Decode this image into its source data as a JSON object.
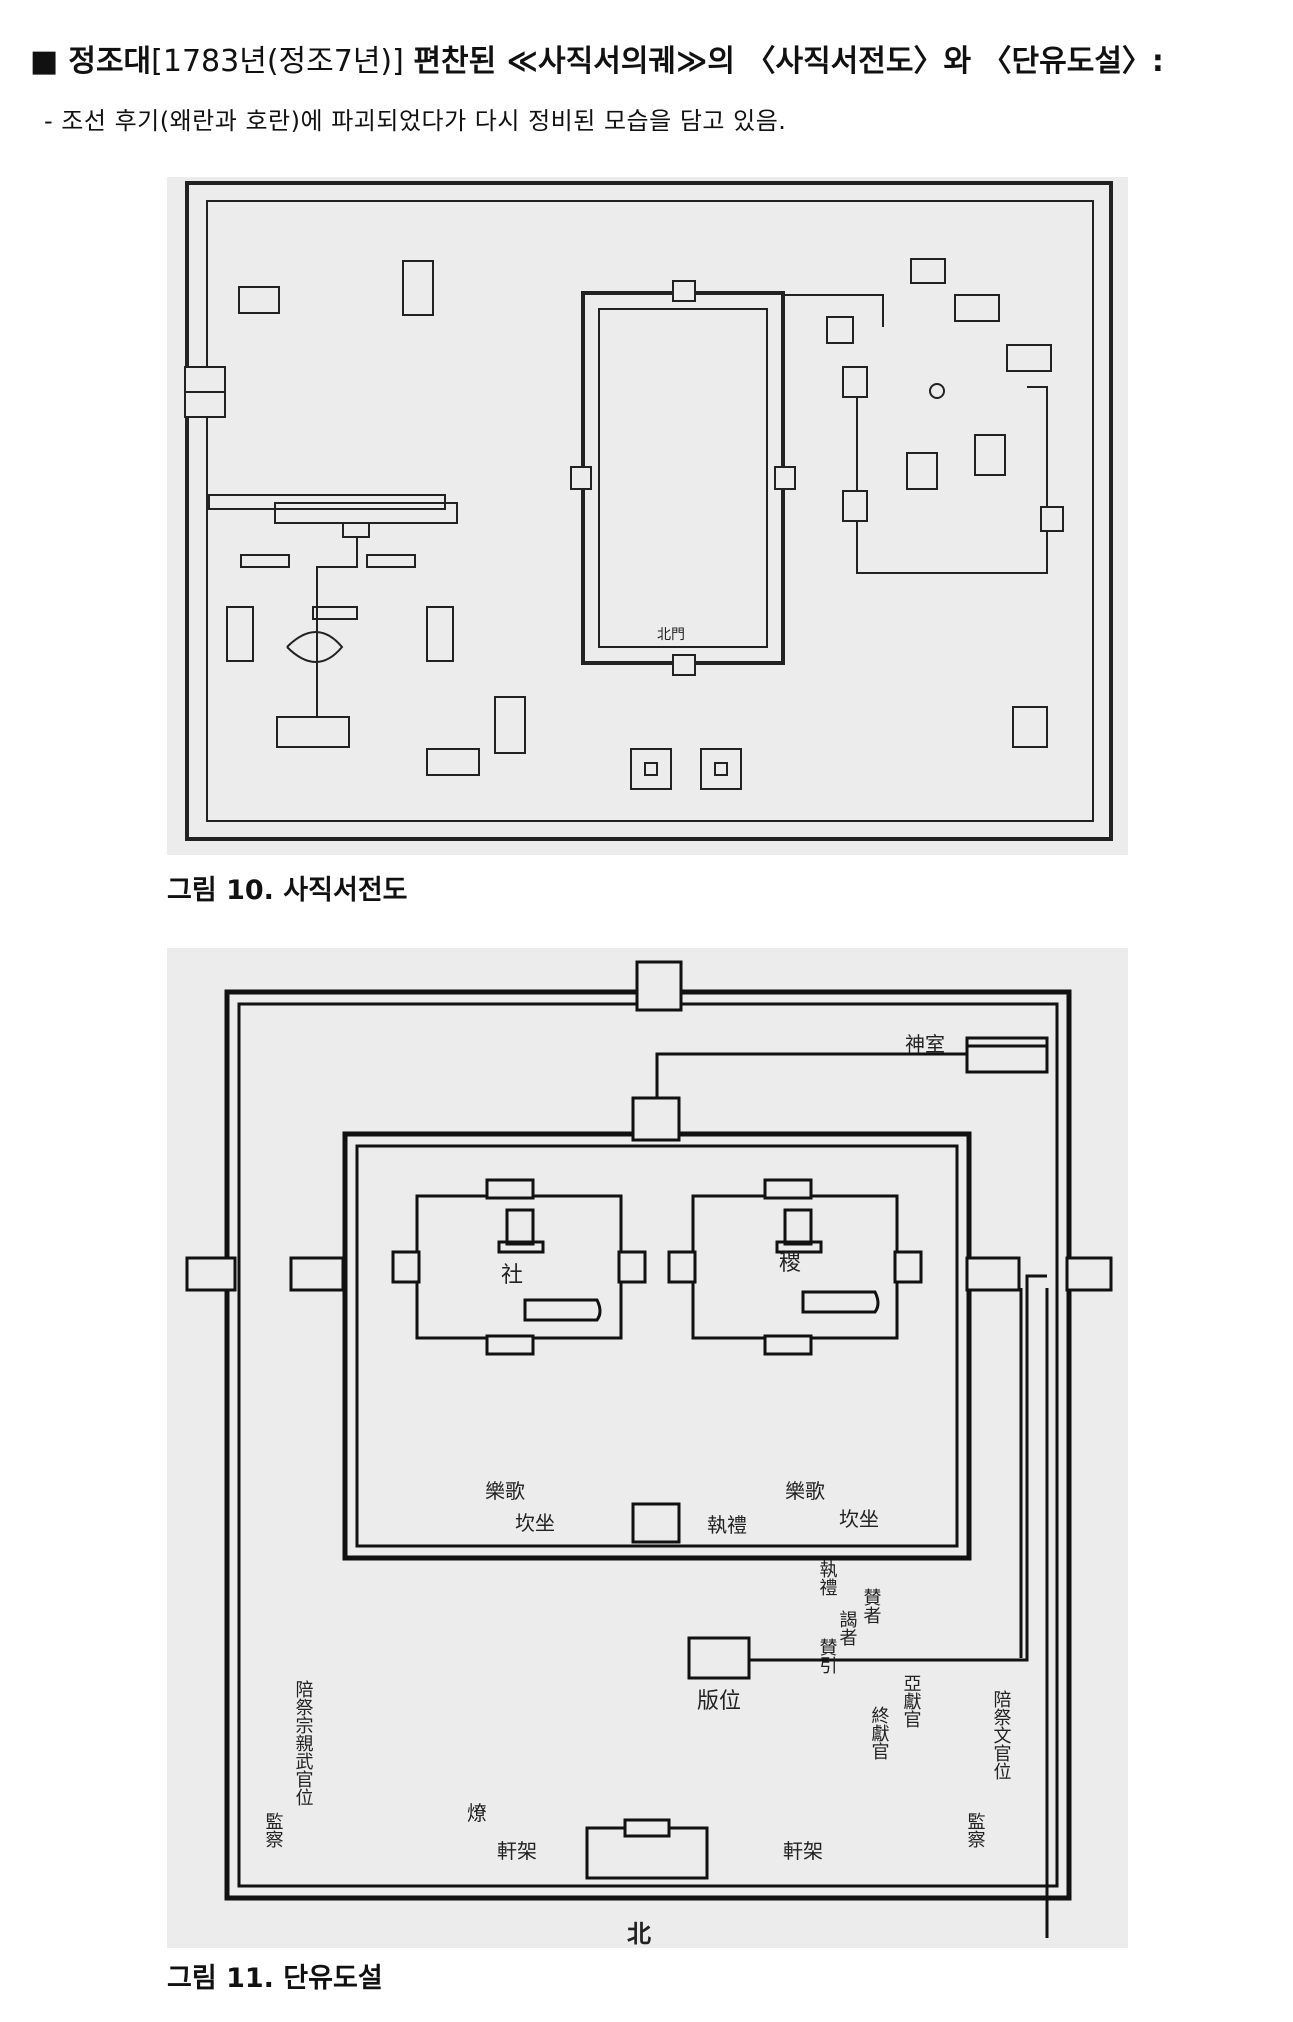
{
  "heading": {
    "bullet": "■",
    "era": "정조대",
    "date": "[1783년(정조7년)]",
    "rest": "편찬된 ≪사직서의궤≫의 〈사직서전도〉와 〈단유도설〉:"
  },
  "subtext": "- 조선 후기(왜란과 호란)에 파괴되었다가 다시 정비된 모습을 담고 있음.",
  "figure1": {
    "caption": "그림 10. 사직서전도",
    "labels": {
      "north_gate": "北門"
    }
  },
  "figure2": {
    "caption": "그림 11. 단유도설",
    "labels": {
      "shrine": "神室",
      "sa": "社",
      "jik": "稷",
      "singers_left": "樂歌",
      "singers_right": "樂歌",
      "altar_left": "坎坐",
      "altar_right": "坎坐",
      "ceremony": "執禮",
      "ritual_v1": "執禮",
      "ritual_v2": "賛者",
      "ritual_v3": "謁者",
      "ritual_v4": "賛引",
      "ritual_v5": "亞獻官",
      "ritual_v6": "終獻官",
      "offering_position": "版位",
      "left_vert_1": "陪祭宗親武官位",
      "left_vert_2": "監察",
      "right_vert_1": "陪祭文官位",
      "right_vert_2": "監察",
      "lamp": "燎",
      "rack_left": "軒架",
      "rack_right": "軒架",
      "north": "北"
    }
  }
}
